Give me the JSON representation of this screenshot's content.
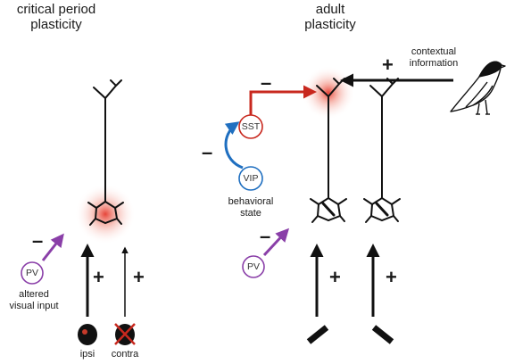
{
  "titles": {
    "left": [
      "critical period",
      "plasticity"
    ],
    "right": [
      "adult",
      "plasticity"
    ]
  },
  "labels": {
    "pv_left": "PV",
    "pv_right": "PV",
    "sst": "SST",
    "vip": "VIP",
    "altered_input": [
      "altered",
      "visual input"
    ],
    "behavioral_state": [
      "behavioral",
      "state"
    ],
    "contextual_information": [
      "contextual",
      "information"
    ],
    "ipsi": "ipsi",
    "contra": "contra"
  },
  "signs": {
    "plus": "+",
    "minus": "–"
  },
  "colors": {
    "pv": "#8a3fa8",
    "sst": "#c8281e",
    "vip": "#1f6fc0",
    "glow": "#e03030",
    "line": "#111111"
  }
}
